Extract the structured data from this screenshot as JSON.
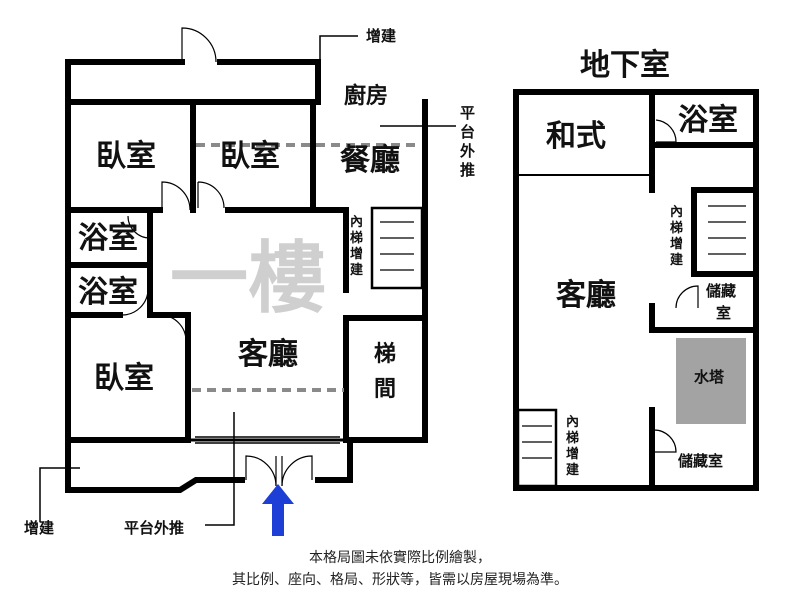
{
  "watermark": "一樓",
  "first_floor": {
    "rooms": {
      "bedroom_1": "臥室",
      "bedroom_2": "臥室",
      "dining": "餐廳",
      "kitchen": "廚房",
      "bath_1": "浴室",
      "bath_2": "浴室",
      "bedroom_3": "臥室",
      "living": "客廳",
      "stair_hall": [
        "梯",
        "間"
      ],
      "inner_stair": [
        "內",
        "梯",
        "增",
        "建"
      ]
    },
    "annotations": {
      "addition_top": "增建",
      "addition_bottom": "增建",
      "platform_push_right": [
        "平",
        "台",
        "外",
        "推"
      ],
      "platform_push_bottom": "平台外推"
    }
  },
  "basement": {
    "title": "地下室",
    "rooms": {
      "japanese_room": "和式",
      "bath": "浴室",
      "living": "客廳",
      "storage_1": [
        "儲藏",
        "室"
      ],
      "water_tower": "水塔",
      "storage_2": "儲藏室",
      "inner_stair_top": [
        "內",
        "梯",
        "增",
        "建"
      ],
      "inner_stair_bottom": [
        "內",
        "梯",
        "增",
        "建"
      ]
    }
  },
  "disclaimer": [
    "本格局圖未依實際比例繪製，",
    "其比例、座向、格局、形狀等，皆需以房屋現場為準。"
  ]
}
